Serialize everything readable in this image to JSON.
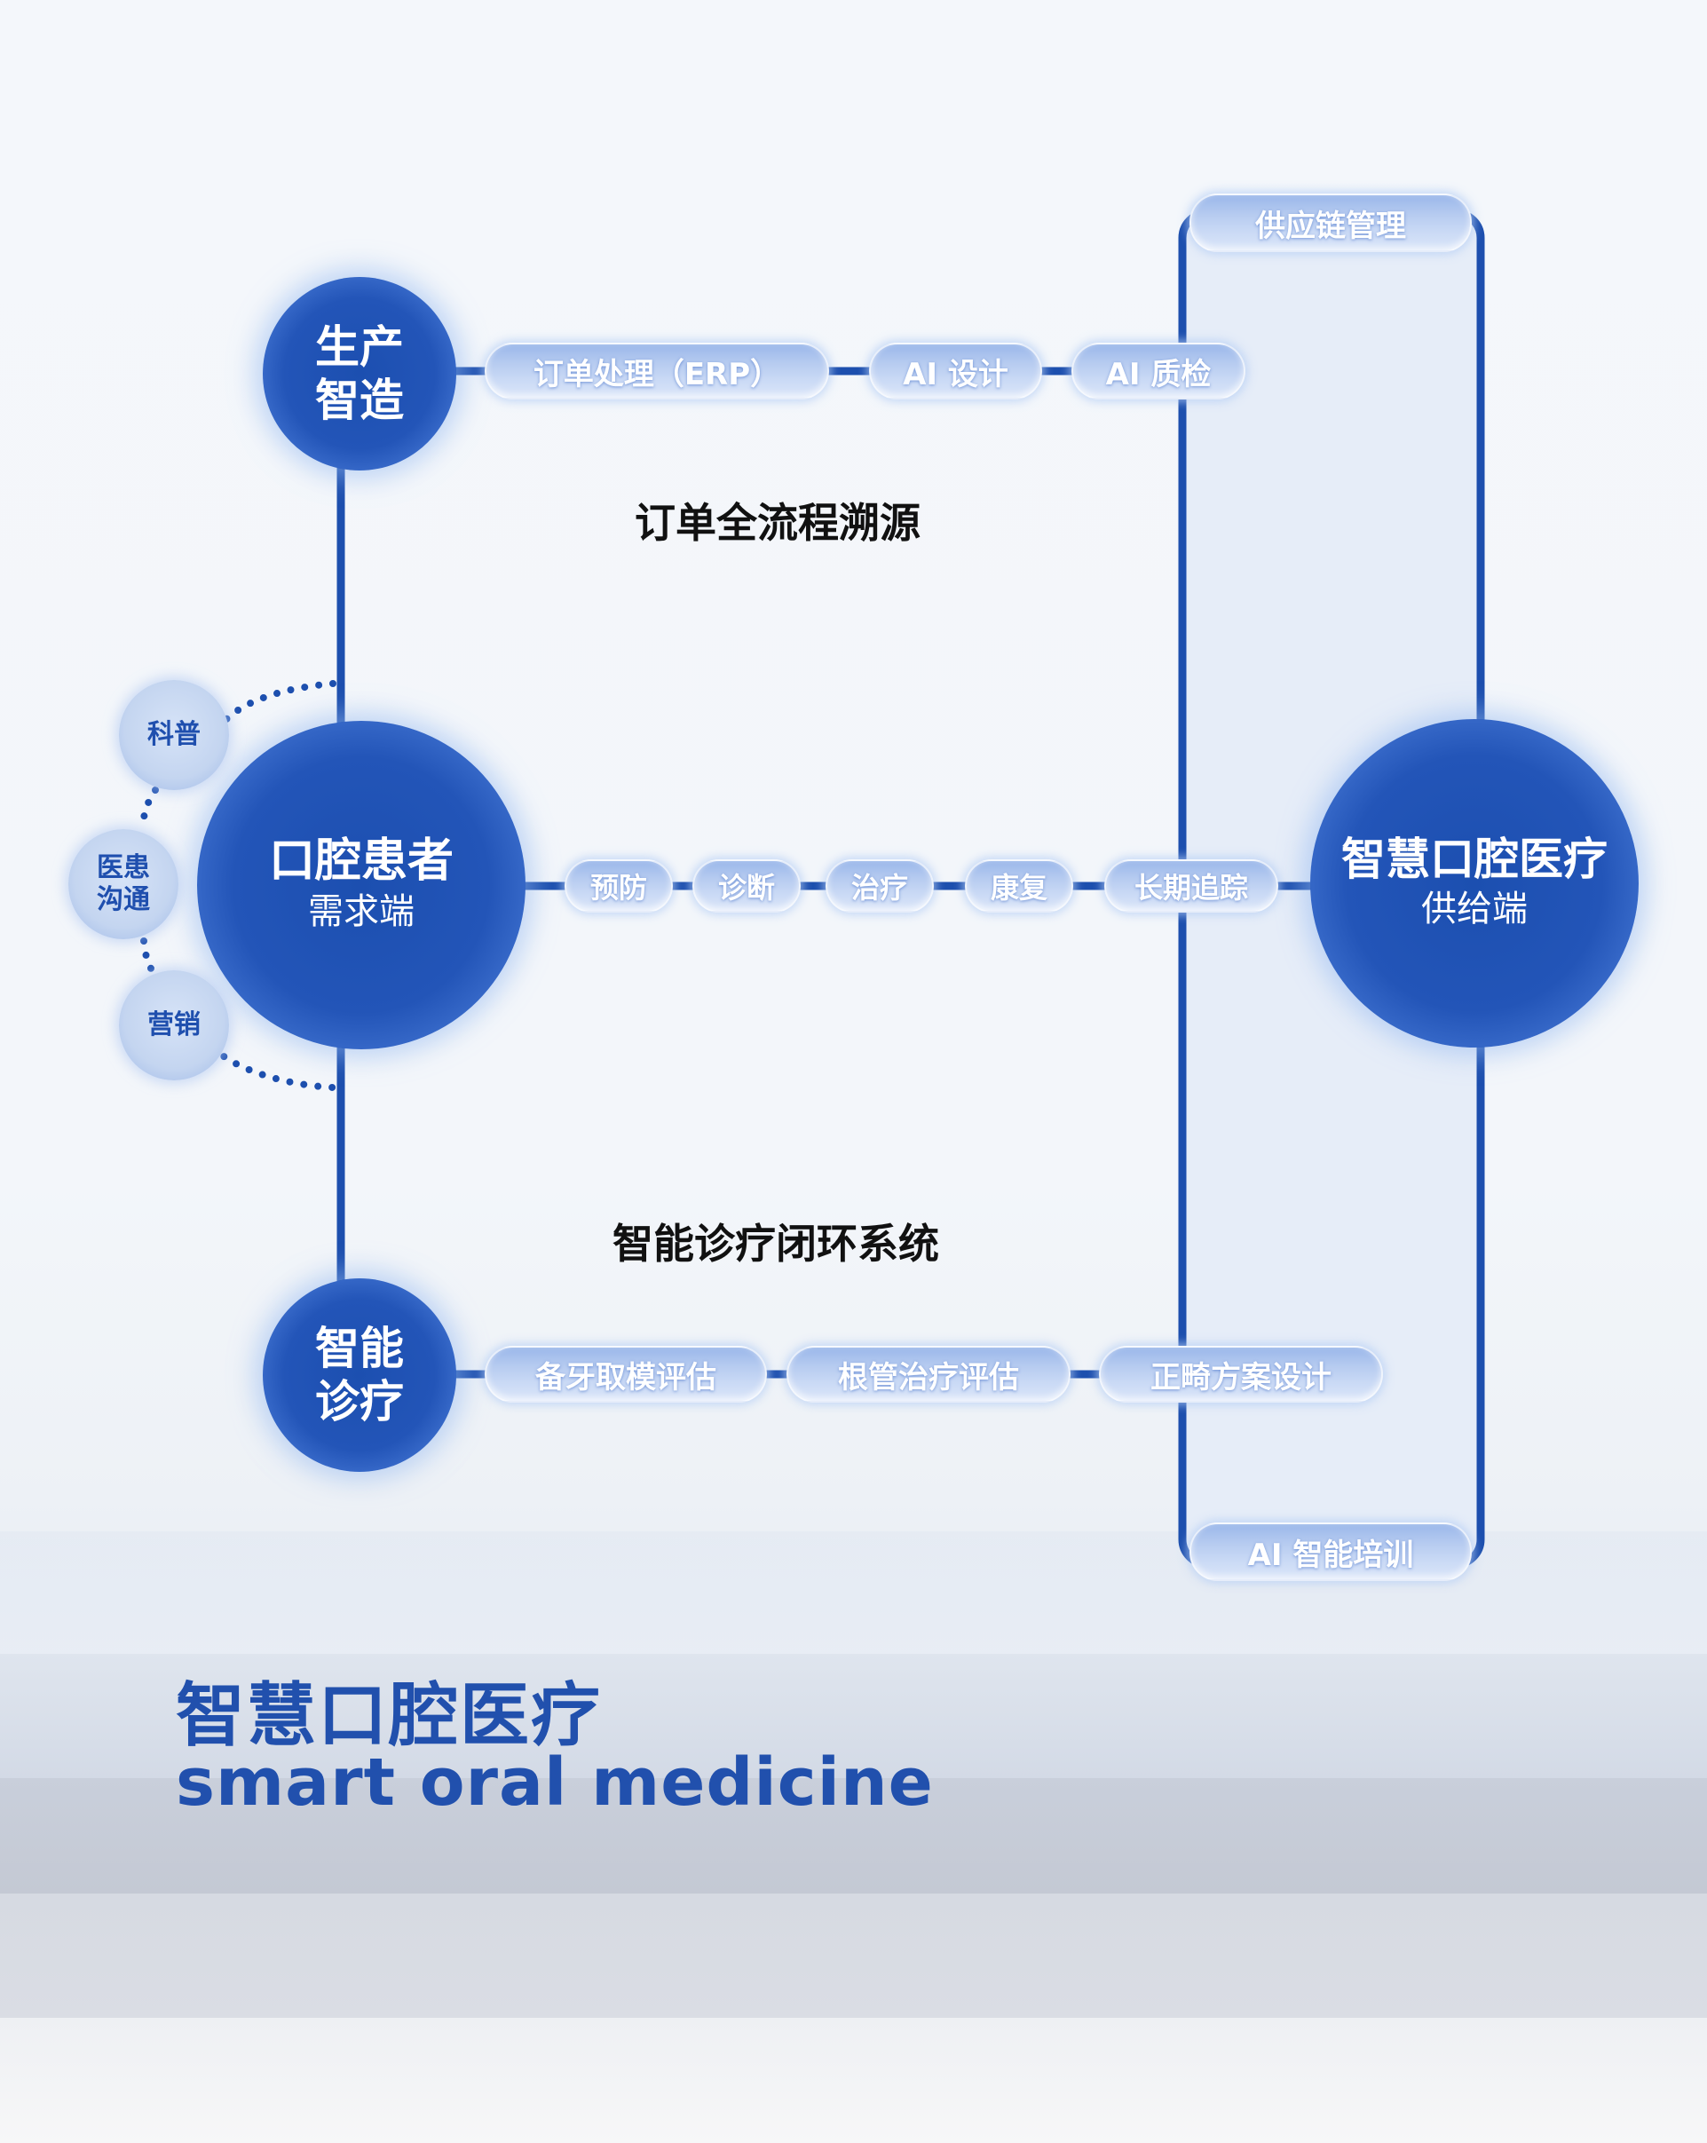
{
  "nodes": {
    "production": {
      "line1": "生产",
      "line2": "智造"
    },
    "patient": {
      "line1": "口腔患者",
      "line2": "需求端"
    },
    "diagnosis": {
      "line1": "智能",
      "line2": "诊疗"
    },
    "supplier": {
      "line1": "智慧口腔医疗",
      "line2": "供给端"
    }
  },
  "small_nodes": {
    "science": "科普",
    "communication_1": "医患",
    "communication_2": "沟通",
    "marketing": "营销"
  },
  "top_row": [
    "订单处理（ERP）",
    "AI 设计",
    "AI 质检"
  ],
  "middle_row": [
    "预防",
    "诊断",
    "治疗",
    "康复",
    "长期追踪"
  ],
  "bottom_row": [
    "备牙取模评估",
    "根管治疗评估",
    "正畸方案设计"
  ],
  "column": {
    "top": "供应链管理",
    "bottom": "AI 智能培训"
  },
  "sections": {
    "upper": "订单全流程溯源",
    "lower": "智能诊疗闭环系统"
  },
  "title": {
    "cn": "智慧口腔医疗",
    "en": "smart oral medicine"
  },
  "colors": {
    "primary": "#1d4fae",
    "line": "#1d4fae",
    "pill": "#b6cbf0"
  }
}
